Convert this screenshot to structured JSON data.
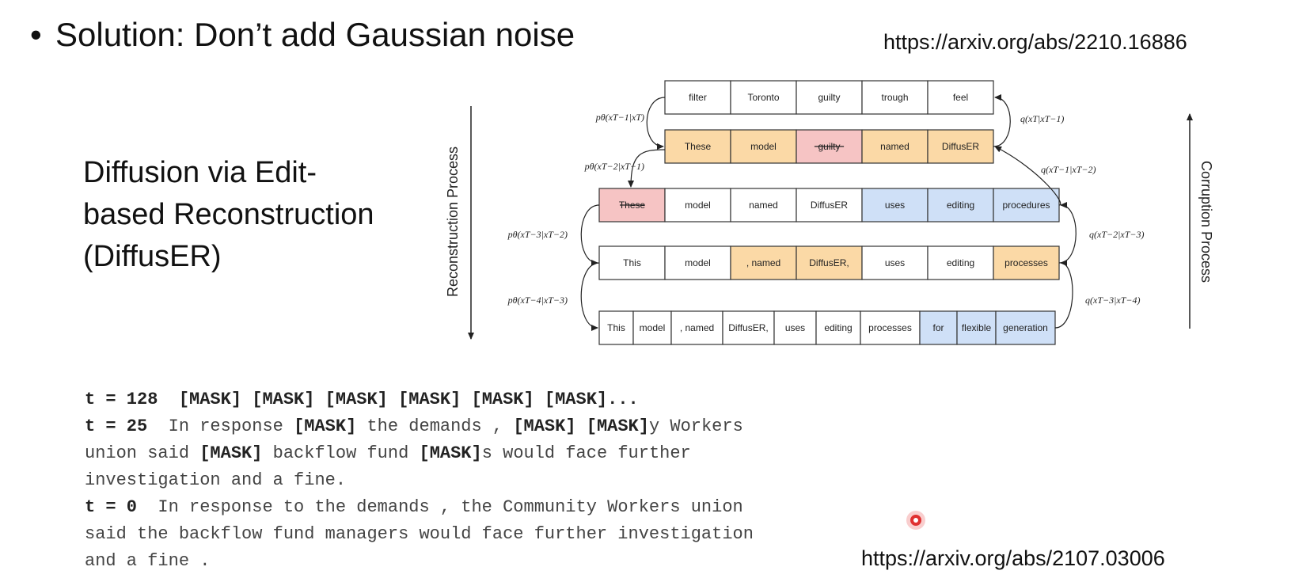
{
  "slide": {
    "bullet": "•",
    "title": "Solution: Don’t add Gaussian noise",
    "url_top": "https://arxiv.org/abs/2210.16886",
    "subtitle": "Diffusion via Edit-\nbased Reconstruction\n(DiffusER)",
    "url_bottom": "https://arxiv.org/abs/2107.03006"
  },
  "diagram": {
    "left_axis_label": "Reconstruction Process",
    "right_axis_label": "Corruption Process",
    "colors": {
      "white": "#ffffff",
      "orange": "#fbd9a6",
      "red": "#f6c4c4",
      "blue": "#cfe0f7",
      "border": "#333333"
    },
    "rows": [
      {
        "tokens": [
          {
            "text": "filter",
            "color": "white"
          },
          {
            "text": "Toronto",
            "color": "white"
          },
          {
            "text": "guilty",
            "color": "white"
          },
          {
            "text": "trough",
            "color": "white"
          },
          {
            "text": "feel",
            "color": "white"
          }
        ]
      },
      {
        "tokens": [
          {
            "text": "These",
            "color": "orange"
          },
          {
            "text": "model",
            "color": "orange"
          },
          {
            "text": "guilty",
            "color": "red",
            "strike": true
          },
          {
            "text": "named",
            "color": "orange"
          },
          {
            "text": "DiffusER",
            "color": "orange"
          }
        ]
      },
      {
        "tokens": [
          {
            "text": "These",
            "color": "red",
            "strike": true
          },
          {
            "text": "model",
            "color": "white"
          },
          {
            "text": "named",
            "color": "white"
          },
          {
            "text": "DiffusER",
            "color": "white"
          },
          {
            "text": "uses",
            "color": "blue"
          },
          {
            "text": "editing",
            "color": "blue"
          },
          {
            "text": "procedures",
            "color": "blue"
          }
        ]
      },
      {
        "tokens": [
          {
            "text": "This",
            "color": "white"
          },
          {
            "text": "model",
            "color": "white"
          },
          {
            "text": ", named",
            "color": "orange"
          },
          {
            "text": "DiffusER,",
            "color": "orange"
          },
          {
            "text": "uses",
            "color": "white"
          },
          {
            "text": "editing",
            "color": "white"
          },
          {
            "text": "processes",
            "color": "orange"
          }
        ]
      },
      {
        "tokens": [
          {
            "text": "This",
            "color": "white"
          },
          {
            "text": "model",
            "color": "white"
          },
          {
            "text": ", named",
            "color": "white"
          },
          {
            "text": "DiffusER,",
            "color": "white"
          },
          {
            "text": "uses",
            "color": "white"
          },
          {
            "text": "editing",
            "color": "white"
          },
          {
            "text": "processes",
            "color": "white"
          },
          {
            "text": "for",
            "color": "blue"
          },
          {
            "text": "flexible",
            "color": "blue"
          },
          {
            "text": "generation",
            "color": "blue"
          }
        ]
      }
    ],
    "left_labels": [
      "pθ(xT−1|xT)",
      "pθ(xT−2|xT−1)",
      "pθ(xT−3|xT−2)",
      "pθ(xT−4|xT−3)"
    ],
    "right_labels": [
      "q(xT|xT−1)",
      "q(xT−1|xT−2)",
      "q(xT−2|xT−3)",
      "q(xT−3|xT−4)"
    ]
  },
  "examples": [
    {
      "t_label": "t = 128",
      "segments": [
        {
          "text": "  "
        },
        {
          "text": "[MASK] [MASK] [MASK] [MASK] [MASK] [MASK]...",
          "bold": true
        }
      ]
    },
    {
      "t_label": "t = 25",
      "segments": [
        {
          "text": "  In response "
        },
        {
          "text": "[MASK]",
          "bold": true
        },
        {
          "text": " the demands , "
        },
        {
          "text": "[MASK]",
          "bold": true
        },
        {
          "text": " "
        },
        {
          "text": "[MASK]",
          "bold": true
        },
        {
          "text": "y Workers"
        }
      ]
    },
    {
      "t_label": "",
      "segments": [
        {
          "text": "union said "
        },
        {
          "text": "[MASK]",
          "bold": true
        },
        {
          "text": " backflow fund "
        },
        {
          "text": "[MASK]",
          "bold": true
        },
        {
          "text": "s would face further"
        }
      ]
    },
    {
      "t_label": "",
      "segments": [
        {
          "text": "investigation and a fine."
        }
      ]
    },
    {
      "t_label": "t = 0",
      "segments": [
        {
          "text": "  In response to the demands , the Community Workers union"
        }
      ]
    },
    {
      "t_label": "",
      "segments": [
        {
          "text": "said the backflow fund managers would face further investigation"
        }
      ]
    },
    {
      "t_label": "",
      "segments": [
        {
          "text": "and a fine ."
        }
      ]
    }
  ]
}
